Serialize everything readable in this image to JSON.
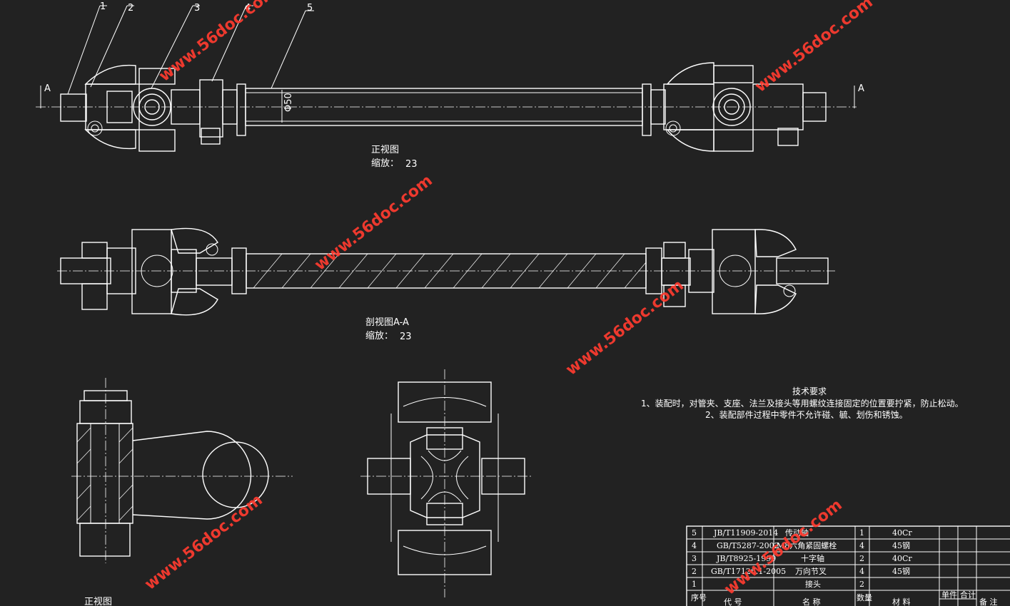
{
  "callouts": [
    "1",
    "2",
    "3",
    "4",
    "5"
  ],
  "section_marks": {
    "left": "A",
    "right": "A"
  },
  "dim_label": "Φ50",
  "front_view": {
    "title": "正视图",
    "scale_label": "缩放：",
    "scale_value": "23"
  },
  "section_view": {
    "title": "剖视图A-A",
    "scale_label": "缩放：",
    "scale_value": "23"
  },
  "bottom_left_label": "正视图",
  "tech_requirements": {
    "title": "技术要求",
    "items": [
      "1、装配时，对管夹、支座、法兰及接头等用螺纹连接固定的位置要拧紧，防止松动。",
      "2、装配部件过程中零件不允许碰、毓、划伤和锈蚀。"
    ]
  },
  "bom": {
    "rows": [
      {
        "no": "5",
        "code": "JB/T11909-2014",
        "name": "传动轴",
        "qty": "1",
        "material": "40Cr"
      },
      {
        "no": "4",
        "code": "GB/T5287-2002",
        "name": "M8六角紧固螺栓",
        "qty": "4",
        "material": "45钢"
      },
      {
        "no": "3",
        "code": "JB/T8925-1999",
        "name": "十字轴",
        "qty": "2",
        "material": "40Cr"
      },
      {
        "no": "2",
        "code": "GB/T17126.1-2005",
        "name": "万向节叉",
        "qty": "4",
        "material": "45钢"
      },
      {
        "no": "1",
        "code": "",
        "name": "接头",
        "qty": "2",
        "material": ""
      }
    ],
    "header": {
      "no": "序号",
      "code": "代 号",
      "name": "名 称",
      "qty": "数量",
      "material": "材 料",
      "unit": "单件",
      "total": "合计",
      "note": "备 注"
    }
  },
  "watermark": "www.56doc.com"
}
